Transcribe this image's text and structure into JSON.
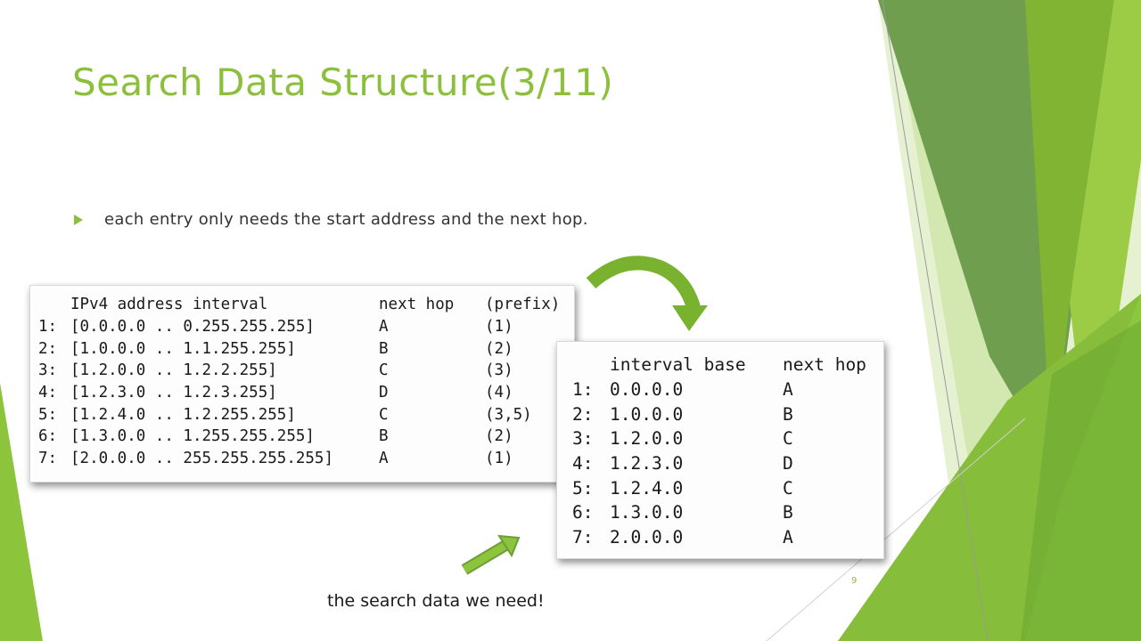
{
  "slide": {
    "title": "Search Data Structure(3/11)",
    "bullet": "each entry only needs the start address and the next hop.",
    "caption": "the search data we need!",
    "page_number": "9"
  },
  "colors": {
    "accent": "#8cbf3c",
    "text": "#333333"
  },
  "original_table": {
    "headers": [
      "",
      "IPv4 address interval",
      "next hop",
      "(prefix)"
    ],
    "rows": [
      [
        "1:",
        "[0.0.0.0 .. 0.255.255.255]",
        "A",
        "(1)"
      ],
      [
        "2:",
        "[1.0.0.0 .. 1.1.255.255]",
        "B",
        "(2)"
      ],
      [
        "3:",
        "[1.2.0.0 .. 1.2.2.255]",
        "C",
        "(3)"
      ],
      [
        "4:",
        "[1.2.3.0 .. 1.2.3.255]",
        "D",
        "(4)"
      ],
      [
        "5:",
        "[1.2.4.0 .. 1.2.255.255]",
        "C",
        "(3,5)"
      ],
      [
        "6:",
        "[1.3.0.0 .. 1.255.255.255]",
        "B",
        "(2)"
      ],
      [
        "7:",
        "[2.0.0.0 .. 255.255.255.255]",
        "A",
        "(1)"
      ]
    ]
  },
  "search_table": {
    "headers": [
      "",
      "interval base",
      "next hop"
    ],
    "rows": [
      [
        "1:",
        "0.0.0.0",
        "A"
      ],
      [
        "2:",
        "1.0.0.0",
        "B"
      ],
      [
        "3:",
        "1.2.0.0",
        "C"
      ],
      [
        "4:",
        "1.2.3.0",
        "D"
      ],
      [
        "5:",
        "1.2.4.0",
        "C"
      ],
      [
        "6:",
        "1.3.0.0",
        "B"
      ],
      [
        "7:",
        "2.0.0.0",
        "A"
      ]
    ]
  }
}
